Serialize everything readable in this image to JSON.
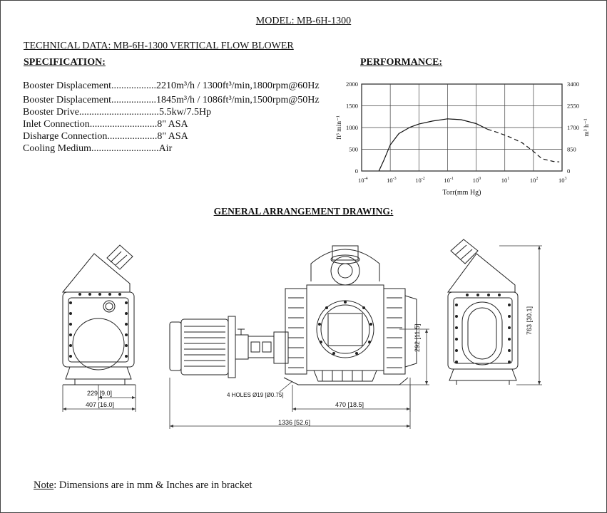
{
  "model_title": "MODEL: MB-6H-1300",
  "technical_title": "TECHNICAL DATA: MB-6H-1300 VERTICAL FLOW BLOWER",
  "specification_heading": "SPECIFICATION:",
  "performance_heading": "PERFORMANCE:",
  "ga_heading": "GENERAL ARRANGEMENT DRAWING:",
  "spec_rows": [
    {
      "label": "Booster Displacement..................",
      "value": "2210m³/h / 1300ft³/min,1800rpm@60Hz"
    },
    {
      "label": "Booster Displacement..................",
      "value": "1845m³/h / 1086ft³/min,1500rpm@50Hz"
    },
    {
      "label": "Booster Drive................................",
      "value": "5.5kw/7.5Hp"
    },
    {
      "label": "Inlet Connection...........................",
      "value": "8\" ASA"
    },
    {
      "label": "Disharge Connection....................",
      "value": "8\" ASA"
    },
    {
      "label": "Cooling Medium...........................",
      "value": "Air"
    }
  ],
  "dimensions": {
    "d229": "229 [9.0]",
    "d407": "407 [16.0]",
    "holes": "4 HOLES Ø19 [Ø0.75]",
    "d470": "470 [18.5]",
    "d1336": "1336 [52.6]",
    "d292": "292 [11.5]",
    "d763": "763 [30.1]"
  },
  "note": {
    "label": "Note",
    "text": ": Dimensions are in mm & Inches are in bracket"
  },
  "chart_data": {
    "type": "line",
    "xlabel": "Torr(mm Hg)",
    "ylabel": "ft³ min⁻¹",
    "ylabel_right": "m³ h⁻¹",
    "x_scale": "log",
    "xlim": [
      0.0001,
      1000
    ],
    "x_ticks": [
      {
        "base": "10",
        "exp": "-4"
      },
      {
        "base": "10",
        "exp": "-3"
      },
      {
        "base": "10",
        "exp": "-2"
      },
      {
        "base": "10",
        "exp": "-1"
      },
      {
        "base": "10",
        "exp": "0"
      },
      {
        "base": "10",
        "exp": "1"
      },
      {
        "base": "10",
        "exp": "2"
      },
      {
        "base": "10",
        "exp": "3"
      }
    ],
    "ylim": [
      0,
      2000
    ],
    "y_ticks": [
      "0",
      "500",
      "1000",
      "1500",
      "2000"
    ],
    "y_right_ticks": [
      "0",
      "850",
      "1700",
      "2550",
      "3400"
    ],
    "grid": true,
    "series": [
      {
        "style": "solid",
        "x": [
          0.0004,
          0.0006,
          0.001,
          0.002,
          0.005,
          0.01,
          0.03,
          0.1,
          0.3,
          1,
          2.5
        ],
        "y": [
          0,
          250,
          600,
          860,
          1010,
          1080,
          1150,
          1200,
          1180,
          1090,
          960
        ]
      },
      {
        "style": "dashed",
        "x": [
          2.5,
          6,
          15,
          40,
          100,
          200,
          500,
          800
        ],
        "y": [
          960,
          880,
          780,
          650,
          450,
          280,
          220,
          210
        ]
      }
    ]
  }
}
